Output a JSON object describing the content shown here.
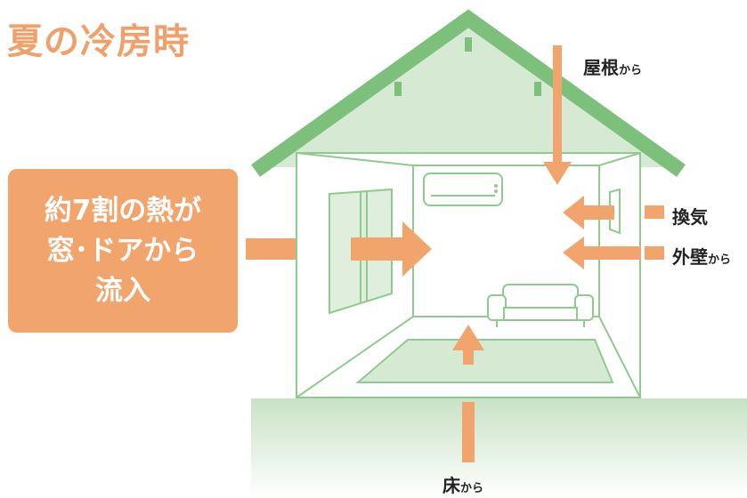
{
  "title": "夏の冷房時",
  "callout": {
    "line1": "約7割の熱が",
    "line2": "窓･ドアから",
    "line3": "流入"
  },
  "labels": {
    "roof_main": "屋根",
    "roof_suffix": "から",
    "ventilation": "換気",
    "wall_main": "外壁",
    "wall_suffix": "から",
    "floor_main": "床",
    "floor_suffix": "から"
  },
  "colors": {
    "roof": "#7dc07c",
    "wall_line": "#8fcb8c",
    "accent": "#f2a46d",
    "title": "#f0a06a"
  }
}
